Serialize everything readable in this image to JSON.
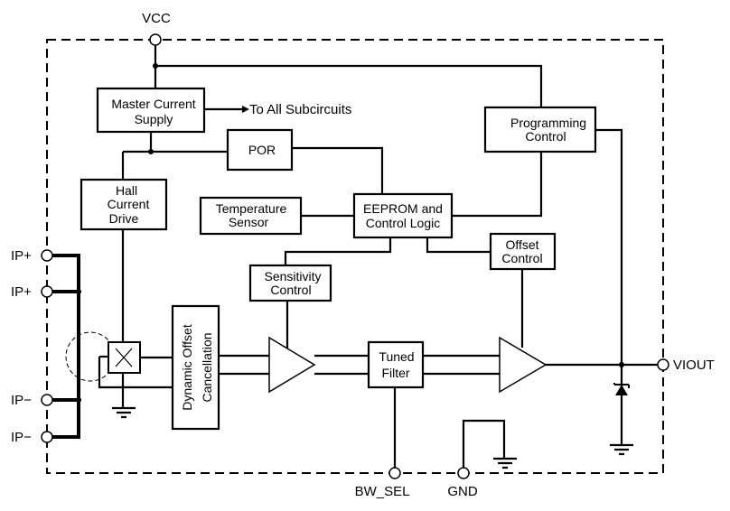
{
  "diagram": {
    "pins": {
      "vcc": "VCC",
      "ip_plus_1": "IP+",
      "ip_plus_2": "IP+",
      "ip_minus_1": "IP−",
      "ip_minus_2": "IP−",
      "viout": "VIOUT",
      "bw_sel": "BW_SEL",
      "gnd": "GND"
    },
    "blocks": {
      "master_current_supply": [
        "Master Current",
        "Supply"
      ],
      "por": [
        "POR"
      ],
      "hall_current_drive": [
        "Hall",
        "Current",
        "Drive"
      ],
      "temperature_sensor": [
        "Temperature",
        "Sensor"
      ],
      "eeprom_control_logic": [
        "EEPROM and",
        "Control Logic"
      ],
      "programming_control": [
        "Programming",
        "Control"
      ],
      "sensitivity_control": [
        "Sensitivity",
        "Control"
      ],
      "offset_control": [
        "Offset",
        "Control"
      ],
      "dynamic_offset_cancellation": [
        "Dynamic Offset",
        "Cancellation"
      ],
      "tuned_filter": [
        "Tuned",
        "Filter"
      ]
    },
    "annotations": {
      "to_all_subcircuits": "To All Subcircuits"
    }
  }
}
